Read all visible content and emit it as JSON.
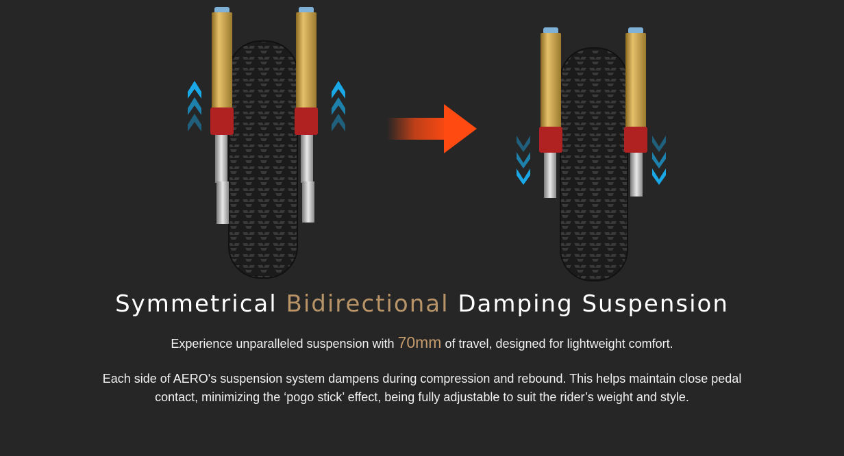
{
  "heading": {
    "part1": "Symmetrical ",
    "accent": "Bidirectional",
    "part2": " Damping Suspension"
  },
  "lead": {
    "before": "Experience unparalleled suspension with ",
    "highlight": "70mm",
    "after": " of travel, designed for lightweight comfort."
  },
  "description": "Each side of AERO's suspension system dampens during compression and rebound. This helps maintain close pedal contact, minimizing the ‘pogo stick’ effect, being fully adjustable to suit the rider’s weight and style.",
  "colors": {
    "background": "#262626",
    "accent": "#b89468",
    "arrow": "#ff4a12",
    "chevron": "#1aa8e6",
    "fork_gold": "#c9a24e",
    "fork_red": "#b02222"
  },
  "icons": {
    "left_state": "chevron-up-icon",
    "right_state": "chevron-down-icon",
    "transition": "arrow-right-icon"
  }
}
